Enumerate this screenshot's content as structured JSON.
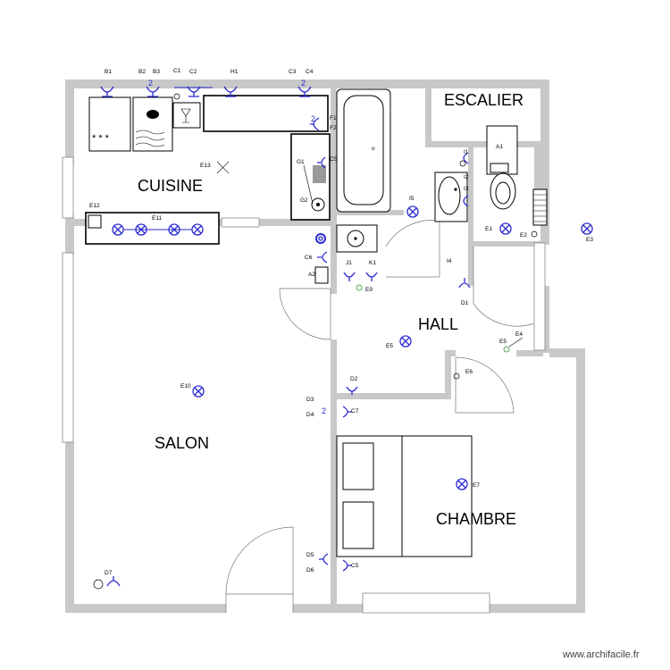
{
  "rooms": {
    "cuisine": "CUISINE",
    "escalier": "ESCALIER",
    "hall": "HALL",
    "salon": "SALON",
    "chambre": "CHAMBRE"
  },
  "codes": {
    "b1": "B1",
    "b2": "B2",
    "b3": "B3",
    "c1": "C1",
    "c2": "C2",
    "h1": "H1",
    "c3": "C3",
    "c4": "C4",
    "f1": "F1",
    "f2": "F2",
    "g1": "G1",
    "g2": "G2",
    "c5top": "C5",
    "e13": "E13",
    "e12": "E12",
    "e11": "E11",
    "i1": "I1",
    "i2": "I2",
    "i3": "I3",
    "a1": "A1",
    "i5": "I5",
    "e1": "E1",
    "e2": "E2",
    "e3": "E3",
    "i4": "I4",
    "c6": "C6",
    "a2": "A2",
    "j1": "J1",
    "k1": "K1",
    "e9": "E9",
    "d1": "D1",
    "e4": "E4",
    "e5": "E5",
    "e5b": "E5",
    "e6": "E6",
    "e10": "E10",
    "d2": "D2",
    "d3": "D3",
    "d4": "D4",
    "c7": "C7",
    "e7": "E7",
    "d5": "D5",
    "d6": "D6",
    "c5bot": "C5",
    "d7": "D7",
    "o": "o"
  },
  "icons": {
    "ceiling_light": "ceiling-light-icon",
    "socket": "socket-icon",
    "switch": "switch-icon"
  },
  "colors": {
    "wall": "#c8c8c8",
    "electric": "#2a2ad0"
  },
  "watermark": "www.archifacile.fr"
}
